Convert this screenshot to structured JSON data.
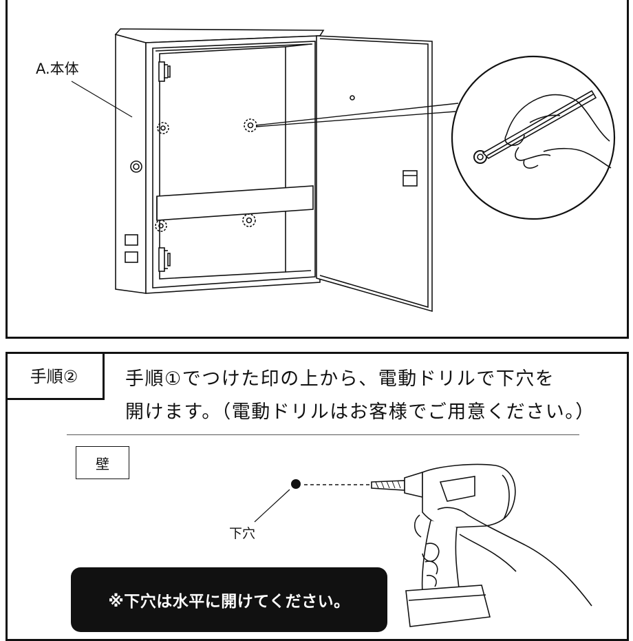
{
  "figure_label": "A.本体",
  "step": {
    "tab_label": "手順②",
    "instruction_line1": "手順①でつけた印の上から、電動ドリルで下穴を",
    "instruction_line2": "開けます。（電動ドリルはお客様でご用意ください。）"
  },
  "wall_label": "壁",
  "pilot_hole_label": "下穴",
  "note_text": "※下穴は水平に開けてください。"
}
